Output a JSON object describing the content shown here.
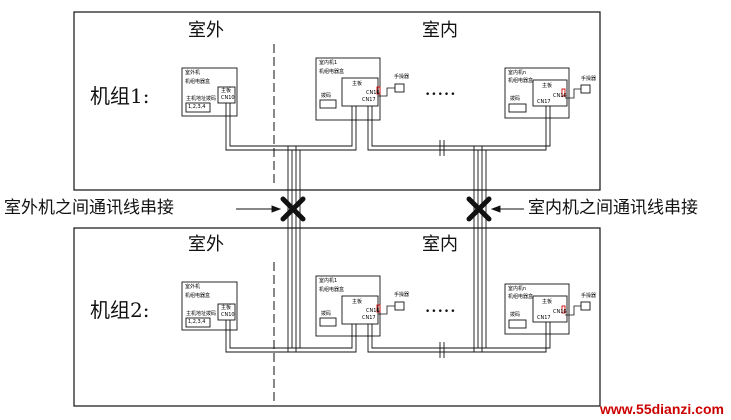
{
  "diagram": {
    "zone_outdoor": "室外",
    "zone_indoor": "室内",
    "group1_label": "机组1:",
    "group2_label": "机组2:",
    "outdoor_link_caption": "室外机之间通讯线串接",
    "indoor_link_caption": "室内机之间通讯线串接",
    "ellipsis": "•••••",
    "outdoor_unit": {
      "title": "室外机",
      "box": "机组电器盒",
      "main_board": "主板",
      "port": "CN10",
      "sub_label": "主机地址拨码",
      "code": "1,2,3,4"
    },
    "indoor_unit_1": {
      "title": "室内机1",
      "box": "机组电器盒",
      "main_board": "主板",
      "port_a": "CN16",
      "port_b": "CN17",
      "controller": "手操器",
      "sub_label": "拨码"
    },
    "indoor_unit_n": {
      "title": "室内机n",
      "box": "机组电器盒",
      "main_board": "主板",
      "port_a": "CN16",
      "port_b": "CN17",
      "controller": "手操器",
      "sub_label": "拨码"
    },
    "watermark": "www.55dianzi.com"
  },
  "colors": {
    "line": "#111111",
    "connector_red": "#cc0000",
    "watermark": "#cc0000"
  }
}
